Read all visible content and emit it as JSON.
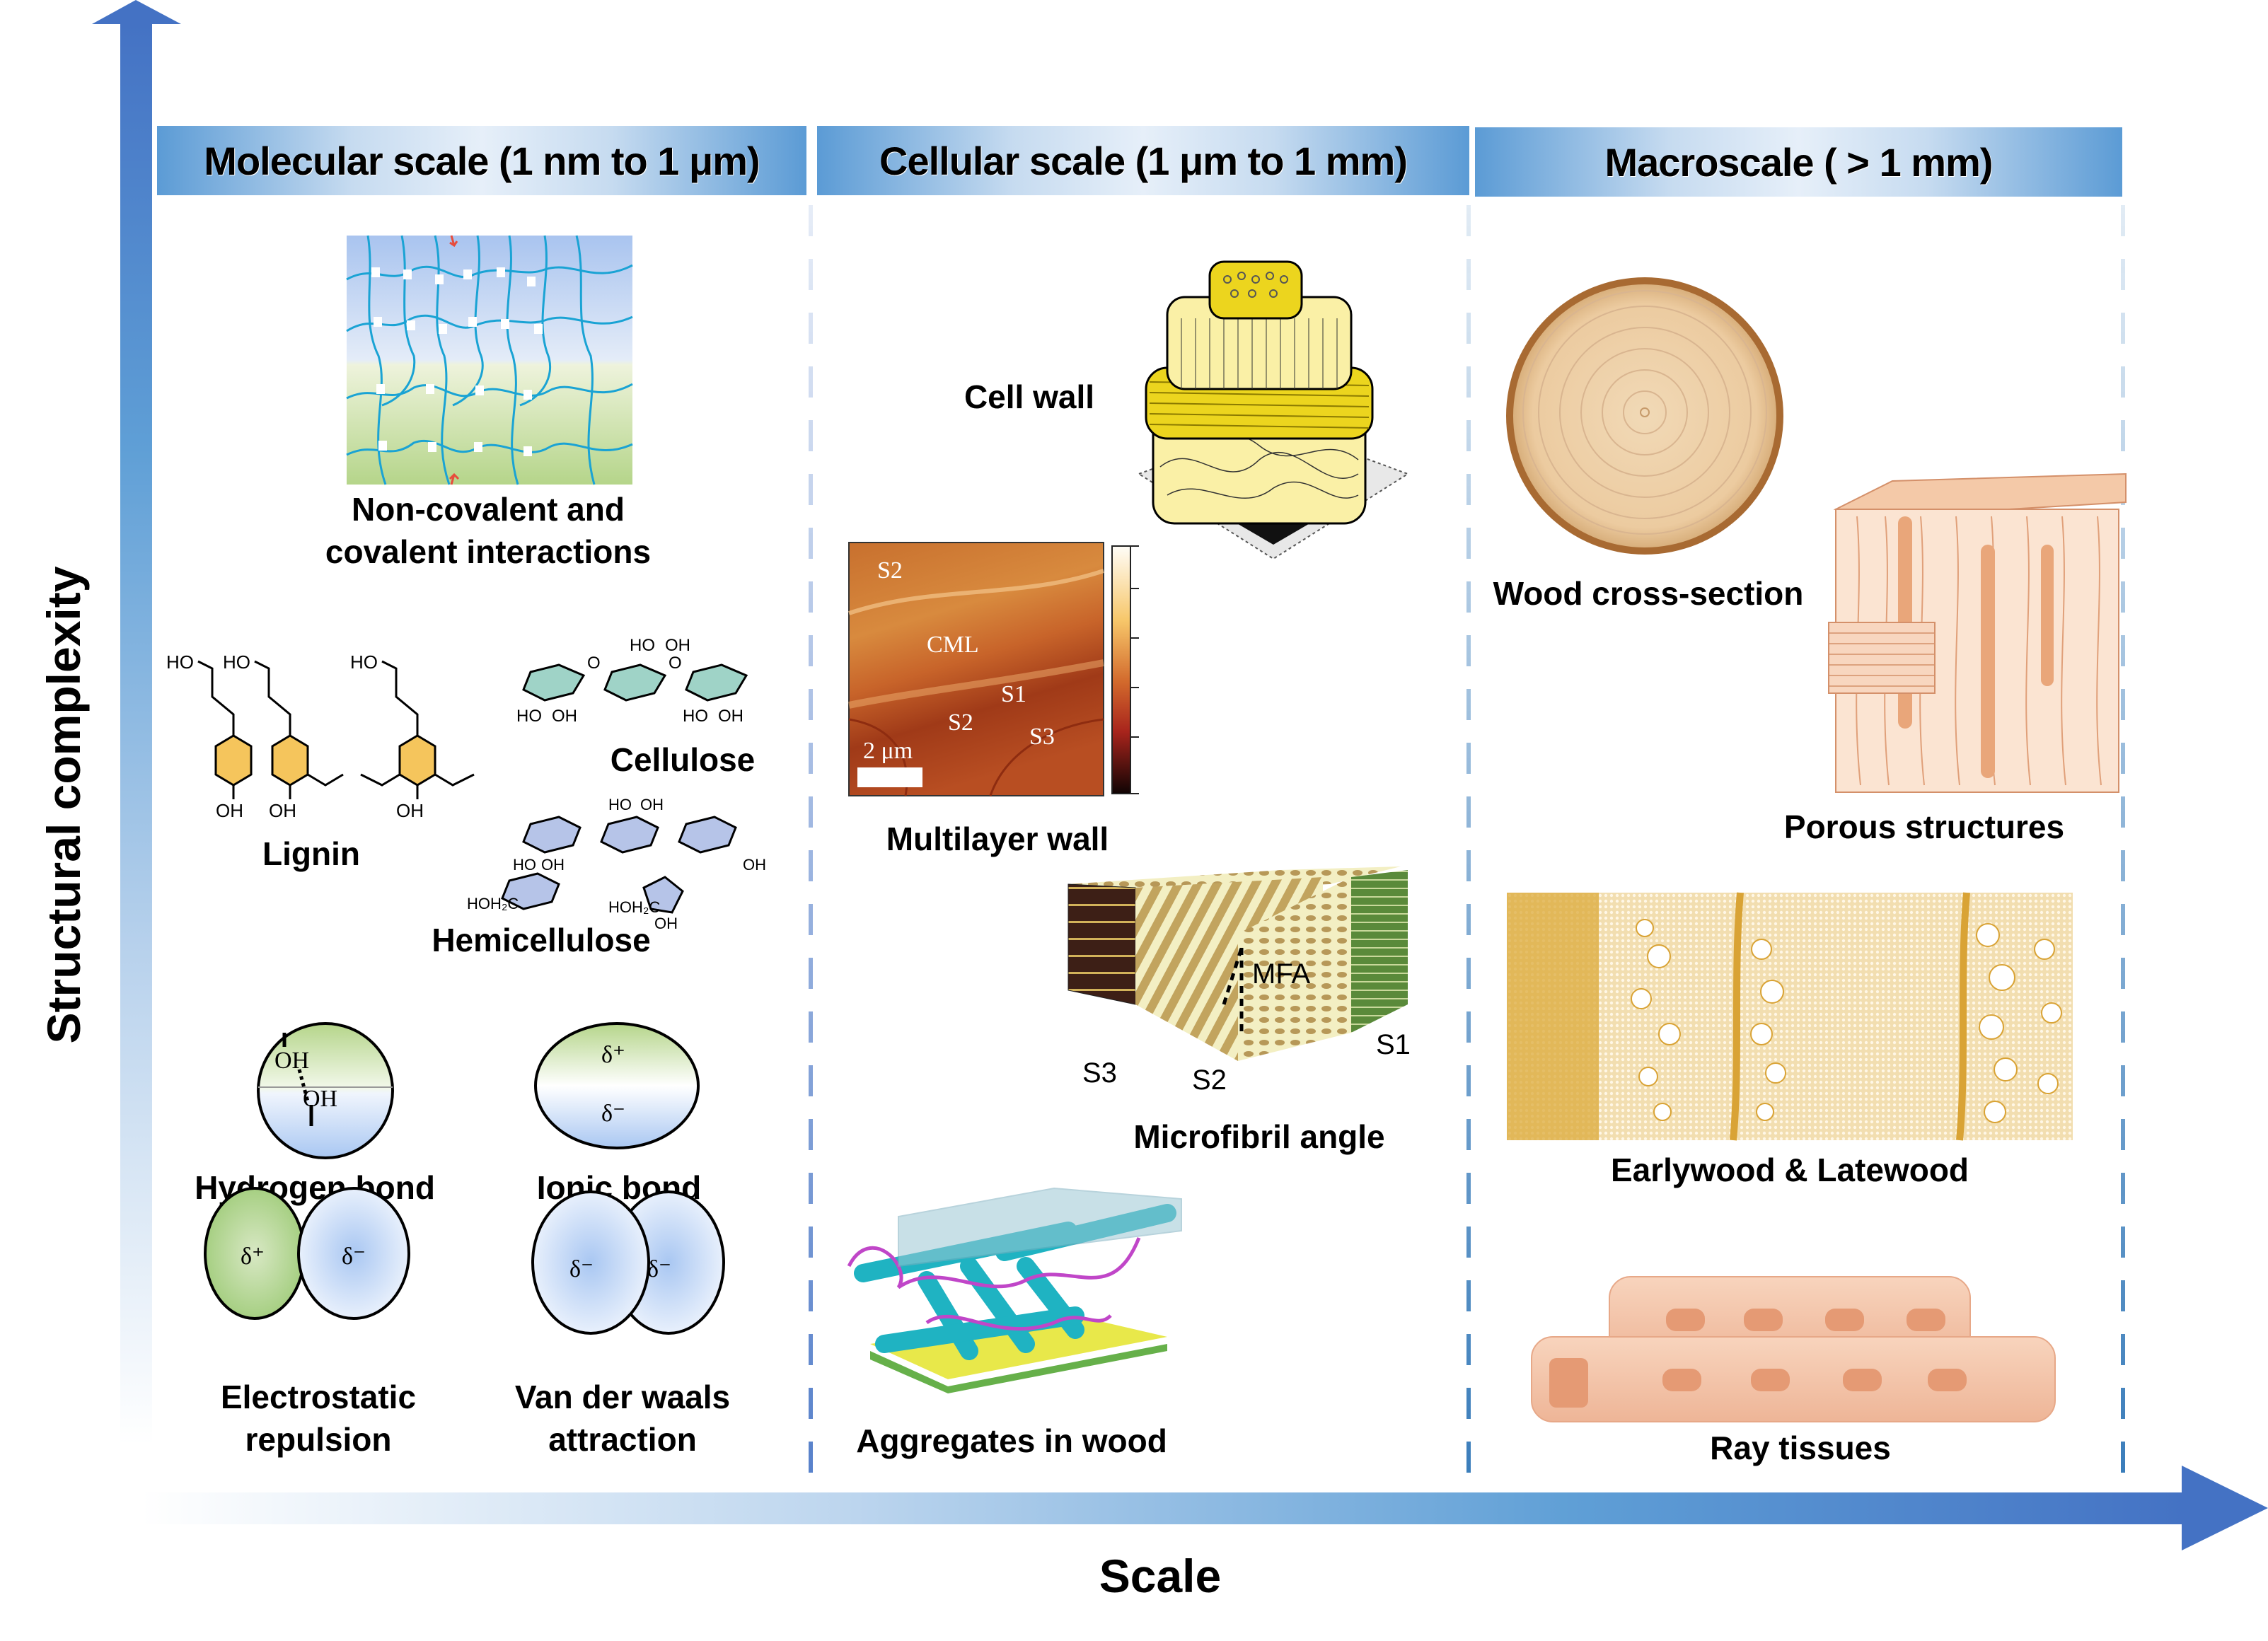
{
  "axes": {
    "y_label": "Structural complexity",
    "x_label": "Scale"
  },
  "columns": [
    {
      "header": "Molecular scale (1 nm to 1 μm)",
      "items": {
        "network": "Non-covalent  and covalent interactions",
        "network_line1": "Non-covalent  and",
        "network_line2": "covalent interactions",
        "lignin": "Lignin",
        "cellulose": "Cellulose",
        "hemicellulose": "Hemicellulose",
        "hydrogen_bond": "Hydrogen bond",
        "ionic_bond": "Ionic bond",
        "electrostatic_line1": "Electrostatic",
        "electrostatic_line2": "repulsion",
        "vdw_line1": "Van der waals",
        "vdw_line2": "attraction"
      },
      "chem_labels": {
        "ho": "HO",
        "oh": "OH",
        "hoh2c": "HOH₂C",
        "h": "H",
        "o": "O"
      },
      "bond_symbols": {
        "delta_plus": "δ⁺",
        "delta_minus": "δ⁻",
        "oh": "OH"
      }
    },
    {
      "header": "Cellular scale (1 μm to 1 mm)",
      "items": {
        "cell_wall": "Cell wall",
        "multilayer_wall": "Multilayer wall",
        "microfibril_angle": "Microfibril angle",
        "aggregates": "Aggregates in wood"
      },
      "afm_labels": {
        "s2_top": "S2",
        "cml": "CML",
        "s1": "S1",
        "s2": "S2",
        "s3": "S3",
        "scale_bar": "2 μm"
      },
      "mfa_labels": {
        "mfa": "MFA",
        "s3": "S3",
        "s2": "S2",
        "s1": "S1"
      }
    },
    {
      "header": "Macroscale ( > 1 mm)",
      "items": {
        "cross_section": "Wood cross-section",
        "porous": "Porous structures",
        "earlywood": "Earlywood & Latewood",
        "ray": "Ray tissues"
      }
    }
  ],
  "colors": {
    "arrow_dark": "#4472c4",
    "arrow_light": "#dce8f6",
    "header_edge": "#5b9bd5",
    "header_center": "#e6eff9",
    "divider": "#2e75b6"
  }
}
